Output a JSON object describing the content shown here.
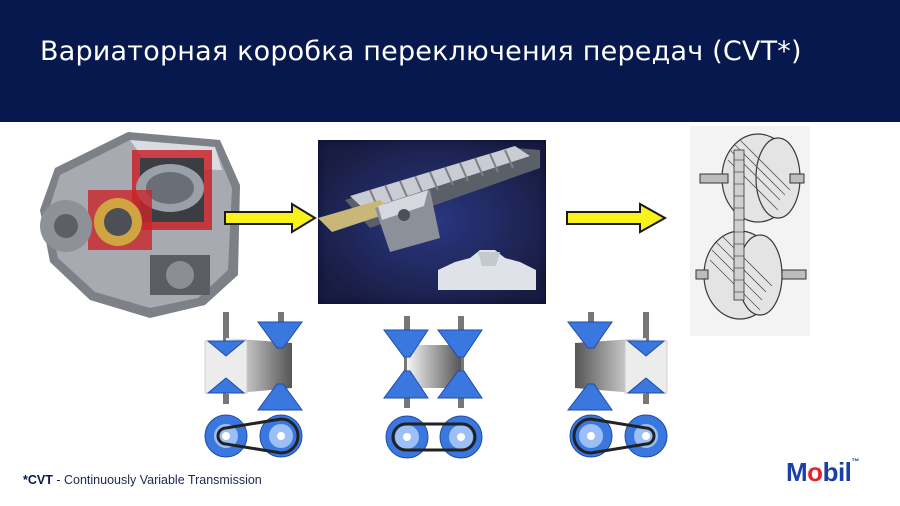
{
  "slide": {
    "title": "Вариаторная коробка переключения передач (CVT*)",
    "footnote_abbr": "*CVT",
    "footnote_text": " - Continuously Variable Transmission",
    "logo_before_o": "M",
    "logo_o": "o",
    "logo_after_o": "bil",
    "logo_mark": "™"
  },
  "images": {
    "gearbox_cutaway": "cvt-gearbox-cutaway-photo",
    "push_belt_closeup": "push-belt-segment-closeup",
    "cone_pulley_drawing": "cone-pulley-engraving"
  },
  "diagrams": [
    {
      "name": "ratio-low"
    },
    {
      "name": "ratio-mid"
    },
    {
      "name": "ratio-high"
    }
  ],
  "colors": {
    "header": "#06184e",
    "arrow_fill": "#f8f21a",
    "pulley_blue": "#3a78e0",
    "logo_blue": "#1a3fa6",
    "logo_red": "#e3262d"
  }
}
